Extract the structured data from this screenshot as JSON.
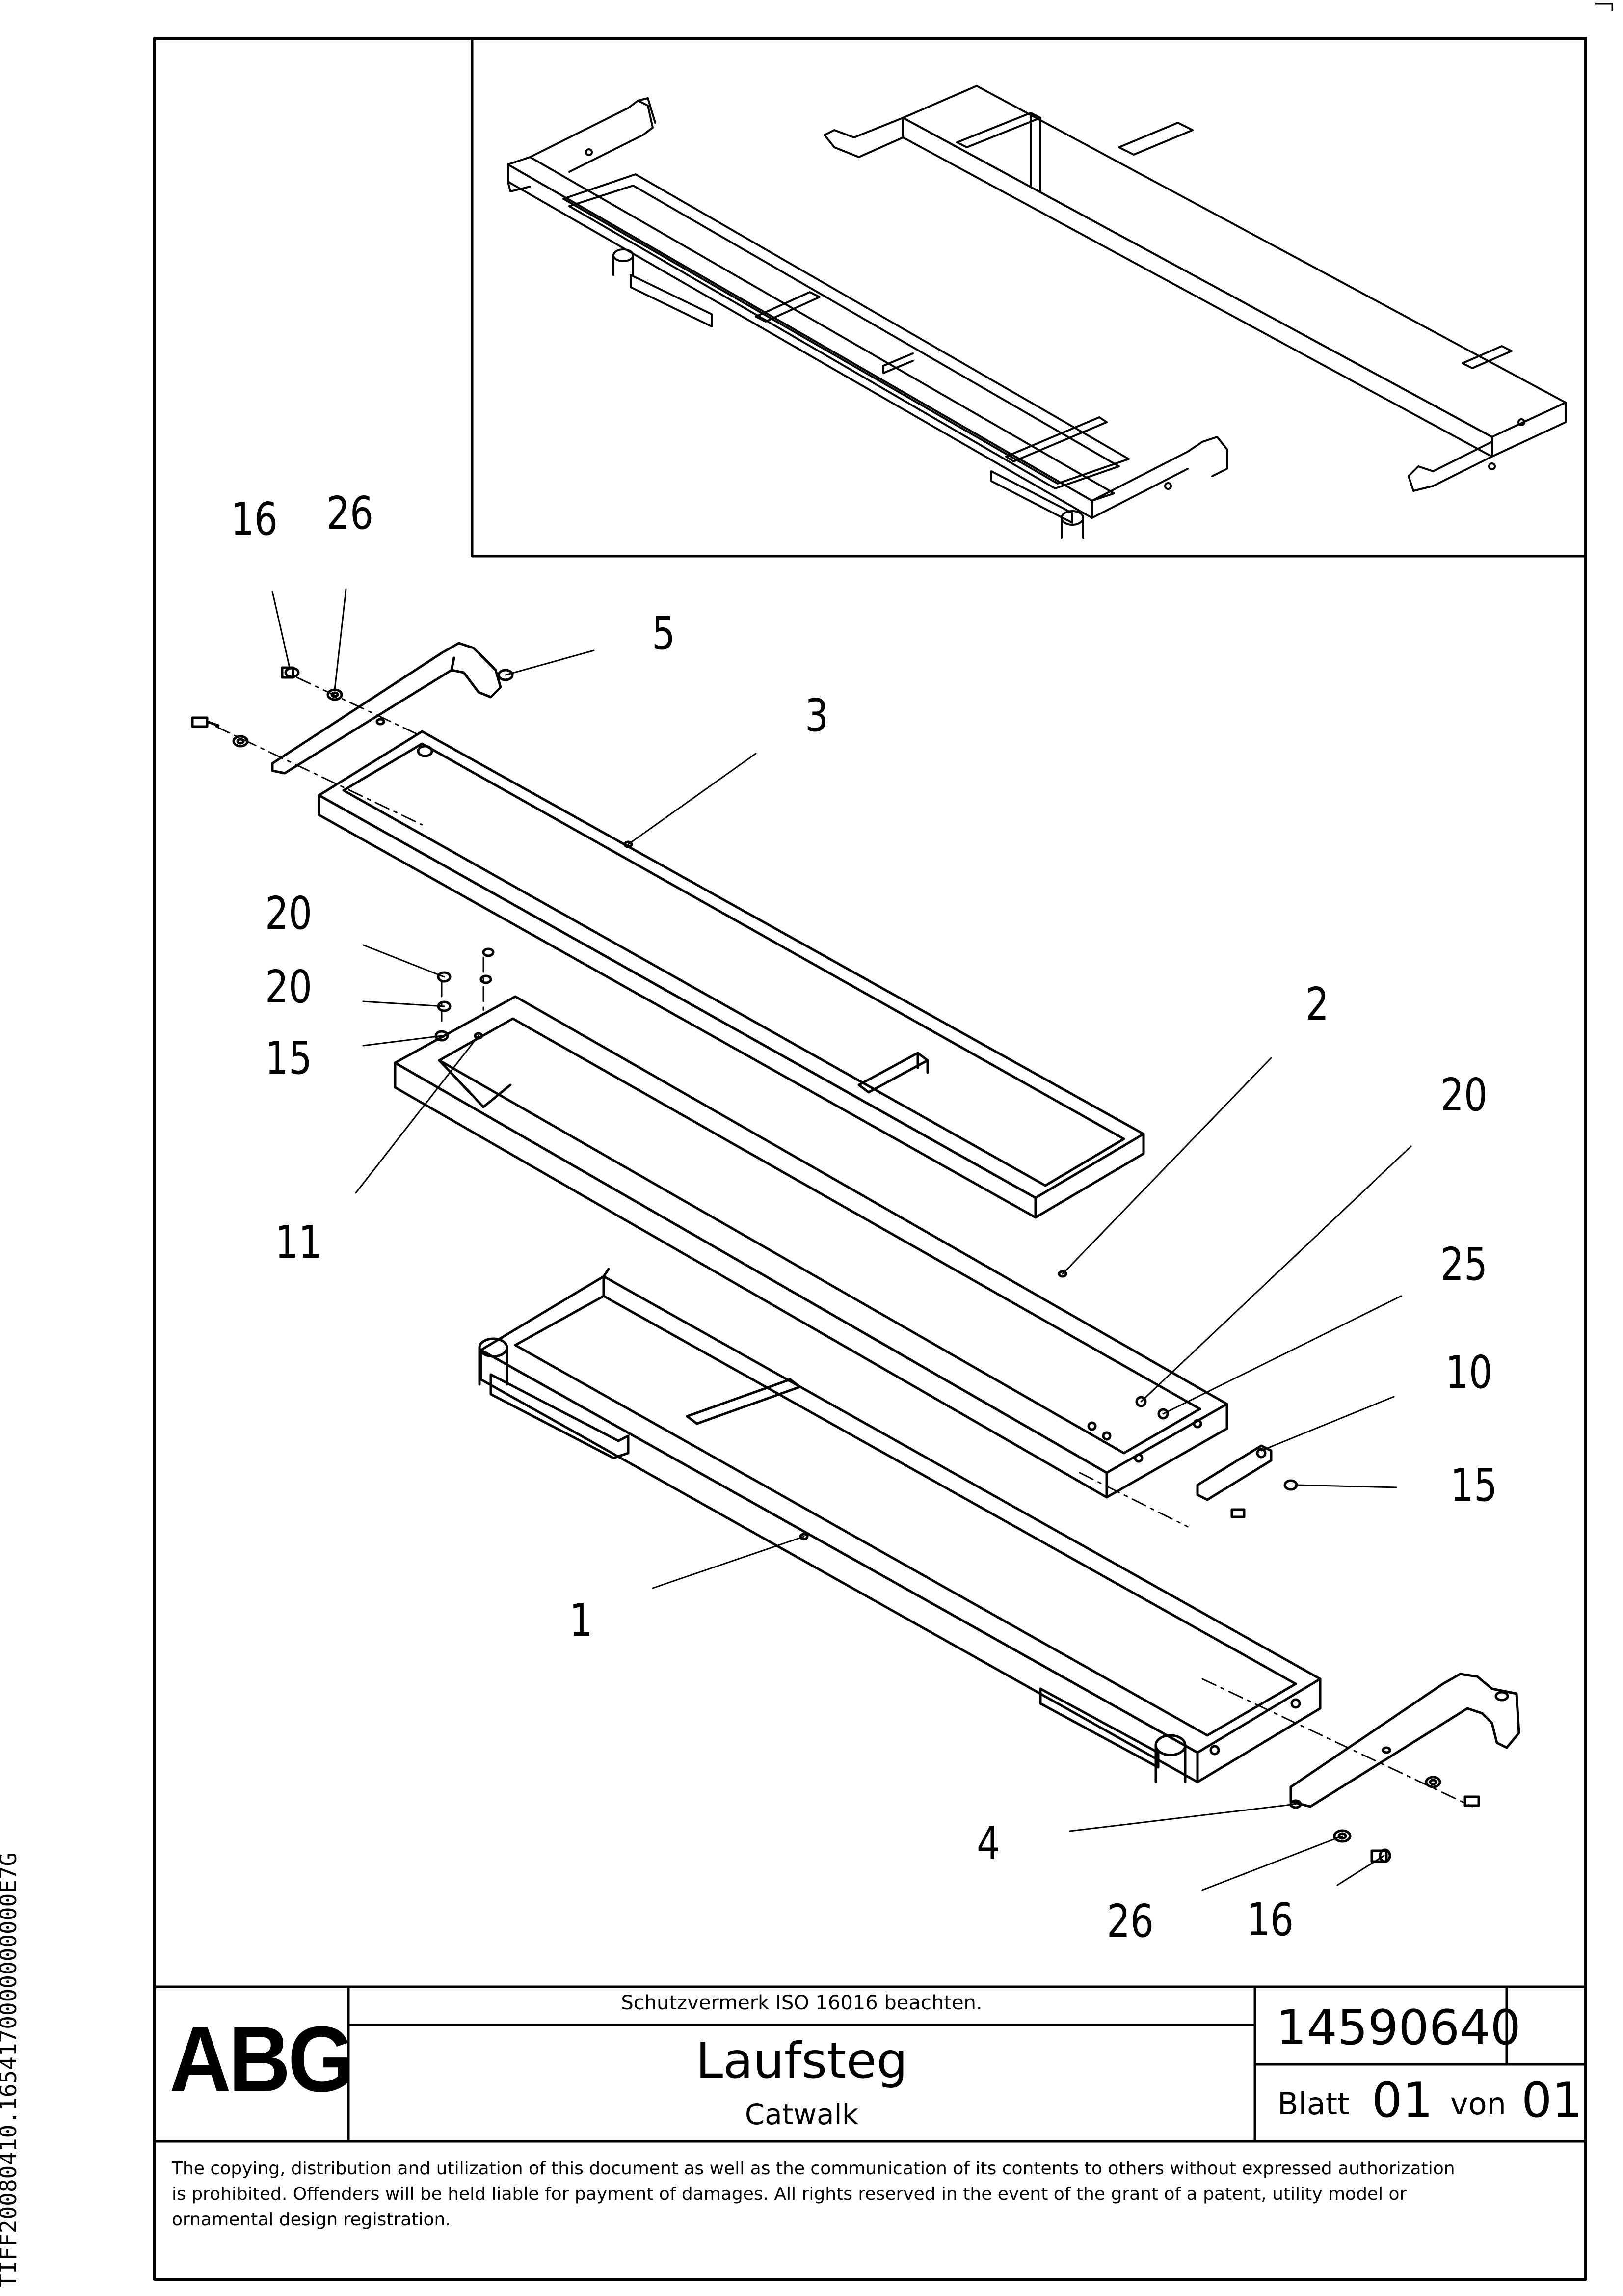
{
  "side_label": "TIFF20080410.1654170000000000E7G",
  "callouts": {
    "c16a": "16",
    "c26a": "26",
    "c5": "5",
    "c3": "3",
    "c20a": "20",
    "c20b": "20",
    "c15a": "15",
    "c11": "11",
    "c2": "2",
    "c20c": "20",
    "c25": "25",
    "c10": "10",
    "c15b": "15",
    "c1": "1",
    "c4": "4",
    "c26b": "26",
    "c16b": "16"
  },
  "title_block": {
    "logo": "ABG",
    "protection_note": "Schutzvermerk ISO 16016 beachten.",
    "title_de": "Laufsteg",
    "title_en": "Catwalk",
    "drawing_number": "14590640",
    "sheet_label": "Blatt",
    "sheet_number": "01",
    "of_label": "von",
    "sheet_total": "01"
  },
  "copyright": {
    "line1": "The copying, distribution and utilization of this document as well as the communication of its contents to others without expressed authorization",
    "line2": "is prohibited. Offenders will be held liable for payment of damages. All rights reserved in the event of the grant of a patent, utility model or",
    "line3": "ornamental design registration."
  }
}
